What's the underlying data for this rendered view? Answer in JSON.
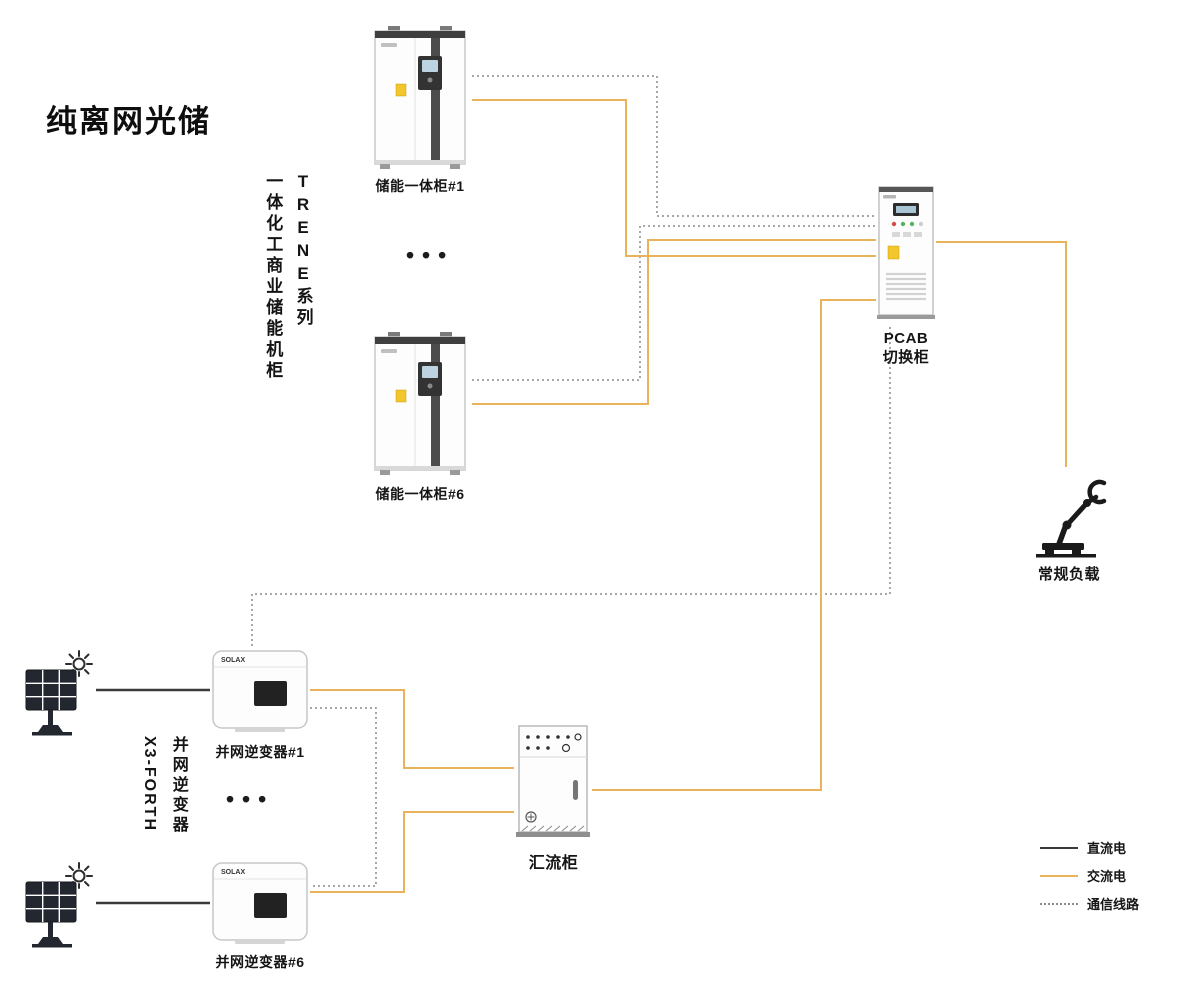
{
  "title": "纯离网光储",
  "storage_group": {
    "series_label_cn": "一体化工商业储能机柜",
    "series_label_en": "TRENE系列",
    "cabinet_top_label": "储能一体柜#1",
    "cabinet_bottom_label": "储能一体柜#6",
    "ellipsis": "•••"
  },
  "pcab": {
    "line1": "PCAB",
    "line2": "切换柜"
  },
  "load": {
    "label": "常规负载"
  },
  "inverter_group": {
    "series_label_en": "X3-FORTH",
    "series_label_cn": "并网逆变器",
    "inverter_top_label": "并网逆变器#1",
    "inverter_bottom_label": "并网逆变器#6",
    "ellipsis": "•••",
    "brand": "SOLAX"
  },
  "combiner": {
    "label": "汇流柜"
  },
  "legend": {
    "items": [
      {
        "label": "直流电",
        "type": "dc"
      },
      {
        "label": "交流电",
        "type": "ac"
      },
      {
        "label": "通信线路",
        "type": "comm"
      }
    ]
  },
  "colors": {
    "dc": "#3a3a3a",
    "ac": "#E9B35B",
    "comm": "#8a8a8a"
  }
}
